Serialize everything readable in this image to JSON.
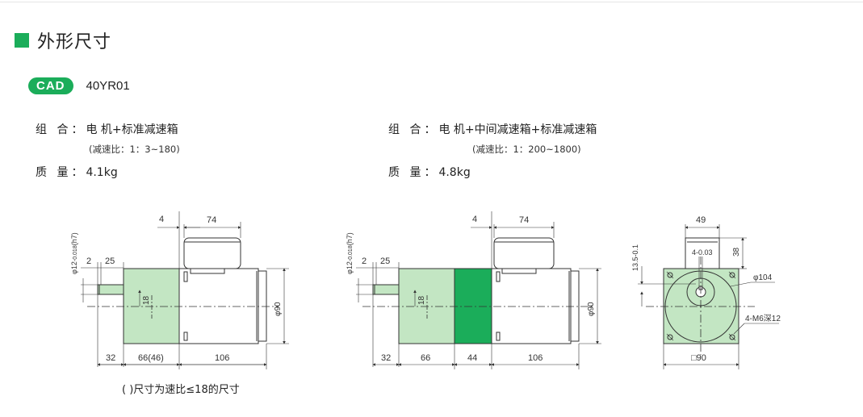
{
  "section": {
    "title": "外形尺寸"
  },
  "cad": {
    "badge": "CAD",
    "model": "40YR01"
  },
  "left": {
    "combo_label": "组 合：",
    "combo_value": "电 机+标准减速箱",
    "ratio_note": "(减速比：1：3~180)",
    "mass_label": "质 量：",
    "mass_value": "4.1kg",
    "dims": {
      "shaft_dia": "φ12",
      "shaft_tol_upper": "0",
      "shaft_tol_lower": "-0.018",
      "shaft_fit": "(h7)",
      "d2": "2",
      "d25": "25",
      "d18": "18",
      "d4": "4",
      "d74": "74",
      "d90": "φ90",
      "d32": "32",
      "d66": "66(46)",
      "d106": "106"
    }
  },
  "right": {
    "combo_label": "组 合：",
    "combo_value": "电 机+中间减速箱+标准减速箱",
    "ratio_note": "(减速比：1：200~1800)",
    "mass_label": "质 量：",
    "mass_value": "4.8kg",
    "dims": {
      "shaft_dia": "φ12",
      "shaft_tol_upper": "0",
      "shaft_tol_lower": "-0.018",
      "shaft_fit": "(h7)",
      "d2": "2",
      "d25": "25",
      "d18": "18",
      "d4": "4",
      "d74": "74",
      "d90": "φ90",
      "d32": "32",
      "d66": "66",
      "d44": "44",
      "d106": "106"
    }
  },
  "front": {
    "d49": "49",
    "d38": "38",
    "d135": "13.5-0.1",
    "d4": "4-0.03",
    "d104": "φ104",
    "holes": "4-M6深12",
    "d90sq": "□90"
  },
  "note": "( )尺寸为速比≤18的尺寸",
  "colors": {
    "accent": "#1bad5a",
    "gear_light": "#c3e6c3",
    "gear_dark": "#1bad5a"
  }
}
